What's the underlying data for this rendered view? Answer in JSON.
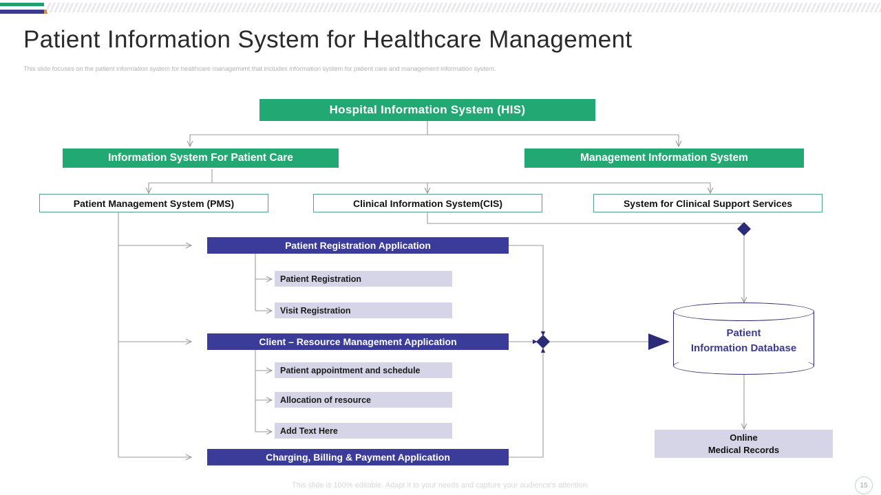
{
  "header": {
    "title": "Patient Information System for Healthcare Management",
    "subtitle": "This slide focuses on the patient information system for healthcare management that includes information system for patient care and management information system."
  },
  "footer": {
    "note": "This slide is 100% editable. Adapt it to your needs and capture your audience's attention.",
    "page_number": "15"
  },
  "colors": {
    "green": "#22a873",
    "navy": "#3b3b99",
    "lavender": "#d5d5e7",
    "outline": "#4f9f8a",
    "connector": "#9a9a9a"
  },
  "diagram": {
    "type": "hierarchy-flow",
    "root": {
      "label": "Hospital Information System (HIS)"
    },
    "level2": [
      {
        "label": "Information System For Patient Care"
      },
      {
        "label": "Management Information System"
      }
    ],
    "level3": [
      {
        "label": "Patient Management System (PMS)"
      },
      {
        "label": "Clinical Information System(CIS)"
      },
      {
        "label": "System for Clinical Support Services"
      }
    ],
    "applications": [
      {
        "label": "Patient Registration Application",
        "items": [
          "Patient Registration",
          "Visit Registration"
        ]
      },
      {
        "label": "Client – Resource Management  Application",
        "items": [
          "Patient appointment and schedule",
          "Allocation of resource",
          "Add  Text Here"
        ]
      },
      {
        "label": "Charging, Billing & Payment Application",
        "items": []
      }
    ],
    "database": {
      "label_line1": "Patient",
      "label_line2": "Information Database"
    },
    "output": {
      "label_line1": "Online",
      "label_line2": "Medical Records"
    }
  }
}
